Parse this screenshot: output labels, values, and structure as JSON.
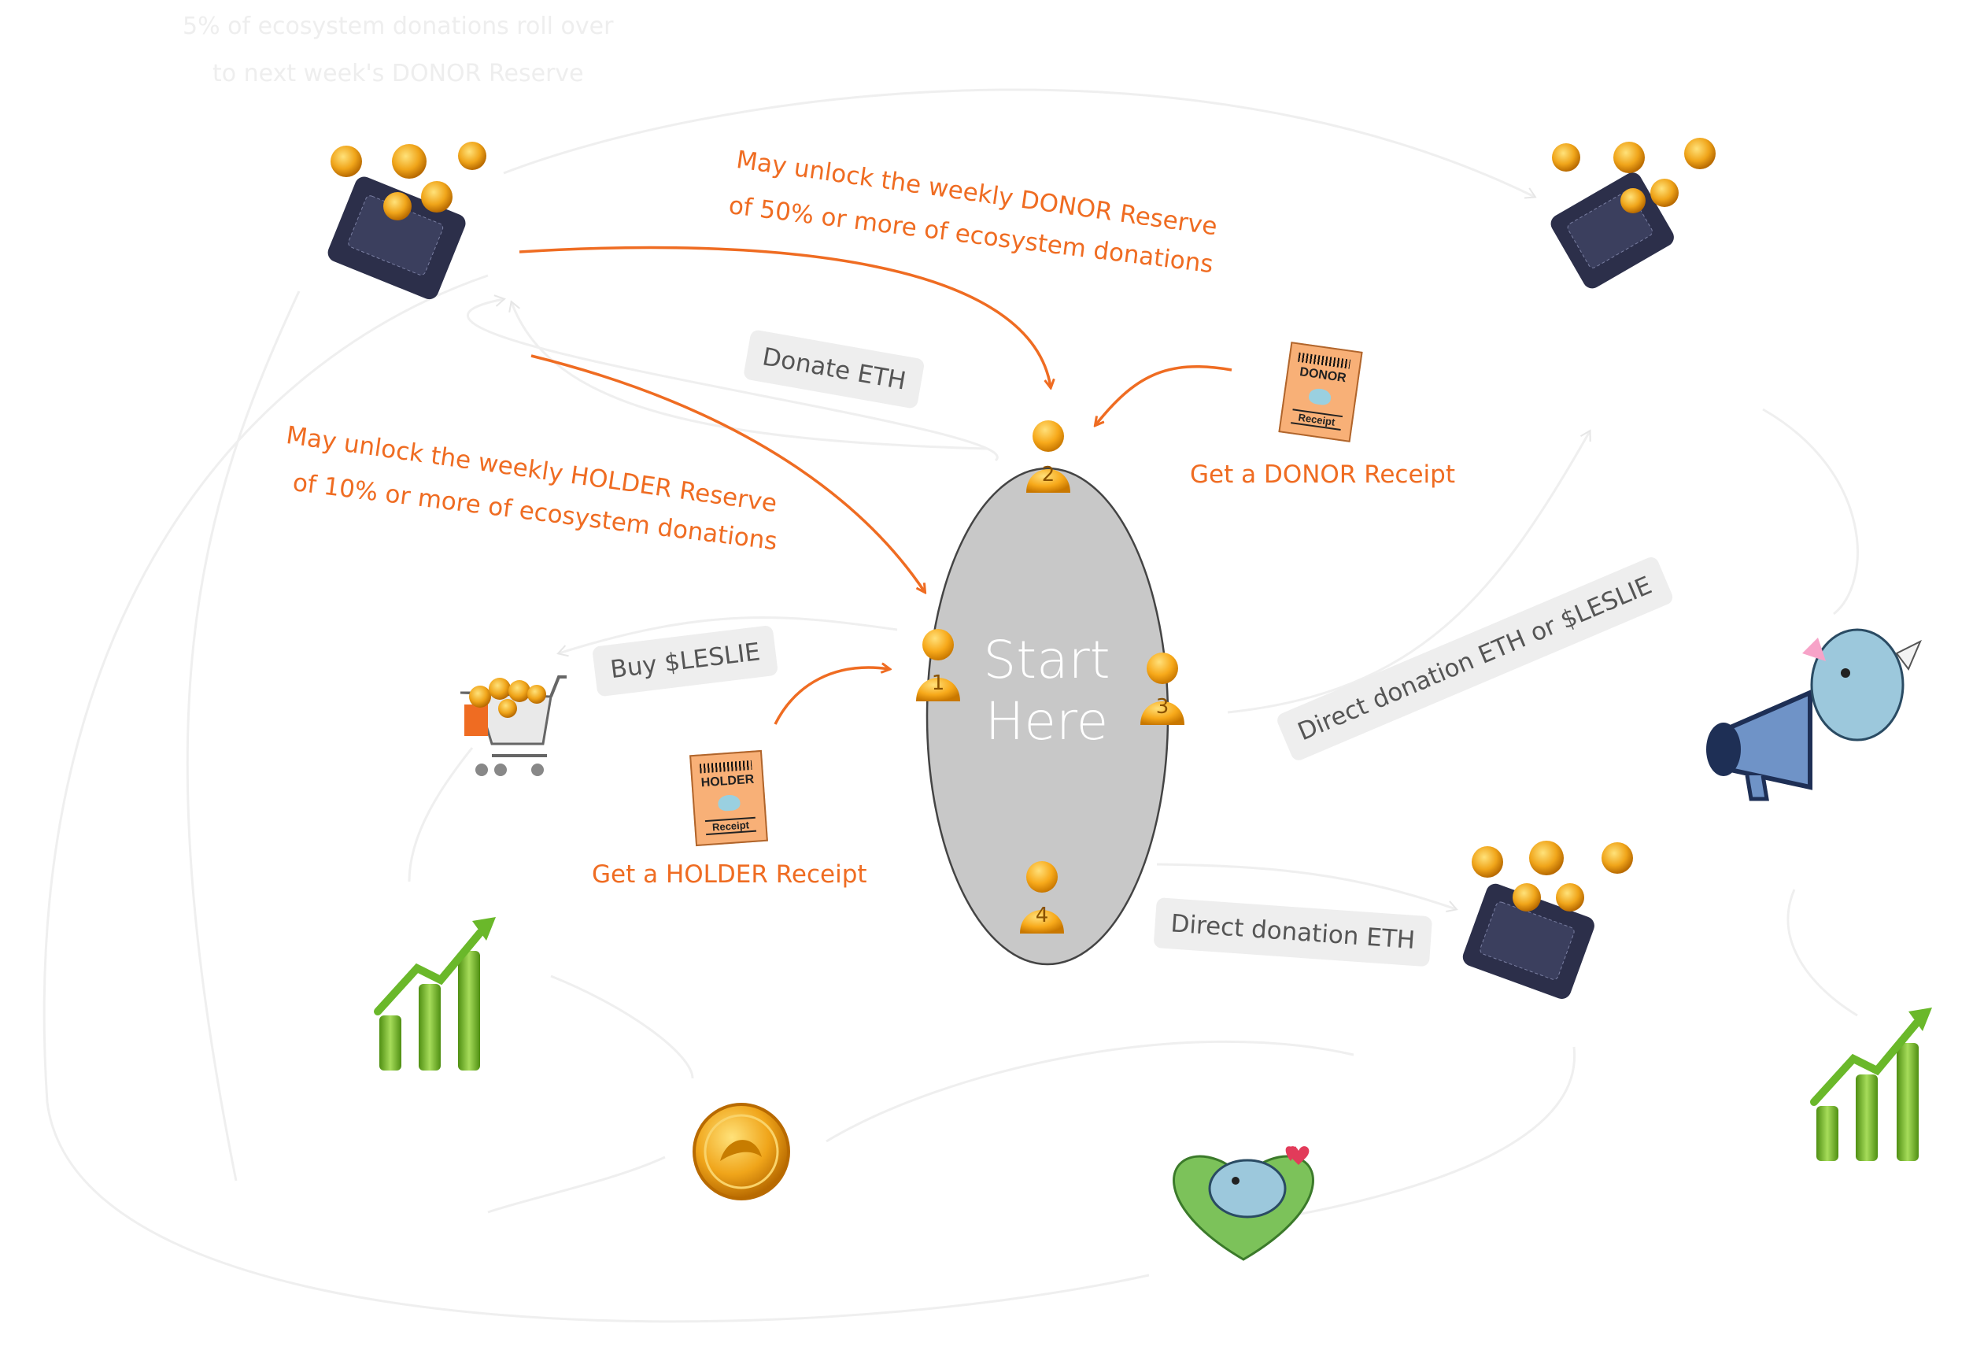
{
  "start": {
    "label_line1": "Start",
    "label_line2": "Here"
  },
  "participants": [
    "1",
    "2",
    "3",
    "4"
  ],
  "annotations": {
    "rollover_line1": "5% of ecosystem donations roll over",
    "rollover_line2": "to next week's DONOR Reserve",
    "donor_reserve_line1": "May unlock the weekly DONOR Reserve",
    "donor_reserve_line2": "of 50% or more of ecosystem donations",
    "holder_reserve_line1": "May unlock the weekly HOLDER Reserve",
    "holder_reserve_line2": "of 10% or more of ecosystem donations",
    "get_donor_receipt": "Get a DONOR Receipt",
    "get_holder_receipt": "Get a HOLDER Receipt"
  },
  "labels": {
    "donate_eth": "Donate ETH",
    "buy_leslie": "Buy $LESLIE",
    "direct_donation_eth_or_leslie": "Direct donation ETH or $LESLIE",
    "direct_donation_eth": "Direct donation ETH"
  },
  "receipts": {
    "donor": {
      "title": "DONOR",
      "footer": "Receipt"
    },
    "holder": {
      "title": "HOLDER",
      "footer": "Receipt"
    }
  },
  "colors": {
    "accent_orange": "#ef6c22",
    "ellipse_fill": "#c8c8c8",
    "label_bg": "#eeeeee",
    "faint_line": "#efefef"
  },
  "icons": [
    "wallet-coins-icon",
    "shopping-cart-coins-icon",
    "growth-chart-icon",
    "gold-coin-icon",
    "rhino-megaphone-icon",
    "rhino-heart-icon",
    "person-icon",
    "receipt-icon"
  ]
}
